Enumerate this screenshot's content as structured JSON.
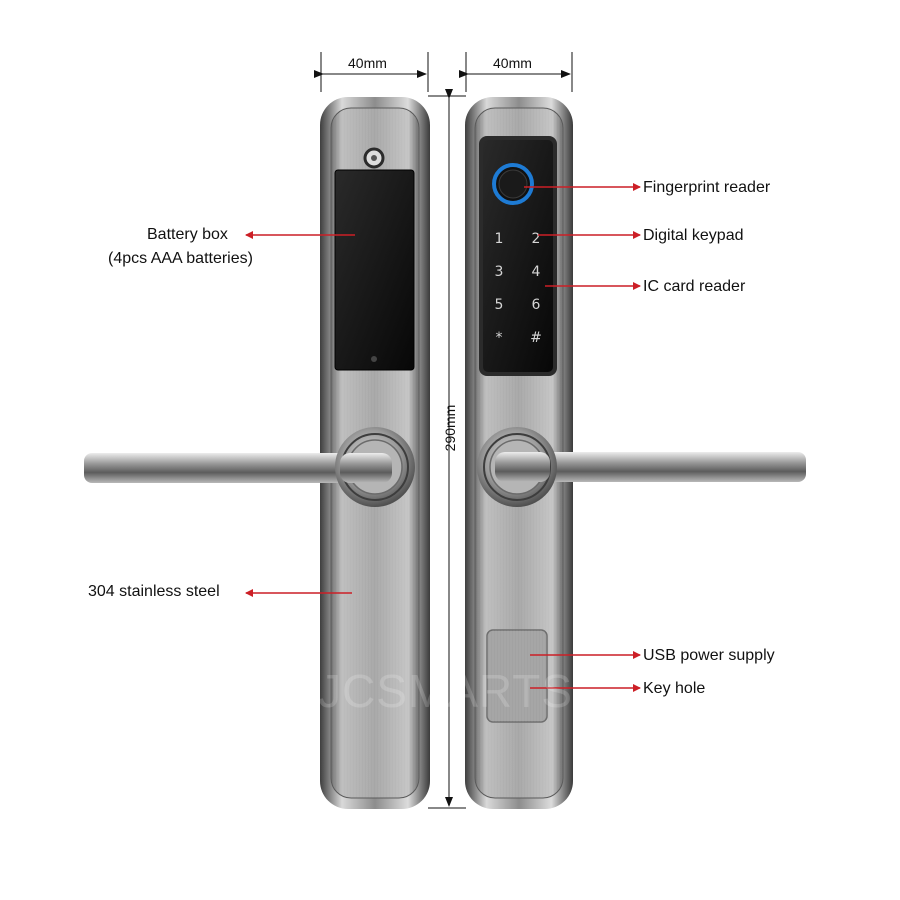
{
  "dimensions": {
    "left_width": "40mm",
    "right_width": "40mm",
    "height": "290mm"
  },
  "labels": {
    "battery_box": "Battery box",
    "battery_detail": "(4pcs AAA batteries)",
    "stainless": "304 stainless steel",
    "fingerprint": "Fingerprint reader",
    "keypad": "Digital keypad",
    "ic_card": "IC card reader",
    "usb": "USB power supply",
    "key_hole": "Key hole"
  },
  "keypad_keys": [
    "1",
    "2",
    "3",
    "4",
    "5",
    "6",
    "*",
    "#"
  ],
  "watermark": "JCSMARTS",
  "colors": {
    "arrow": "#cc1f26",
    "accent_ring": "#1e7bd4",
    "panel_glass": "#141414",
    "steel": "#a9a9a9"
  }
}
